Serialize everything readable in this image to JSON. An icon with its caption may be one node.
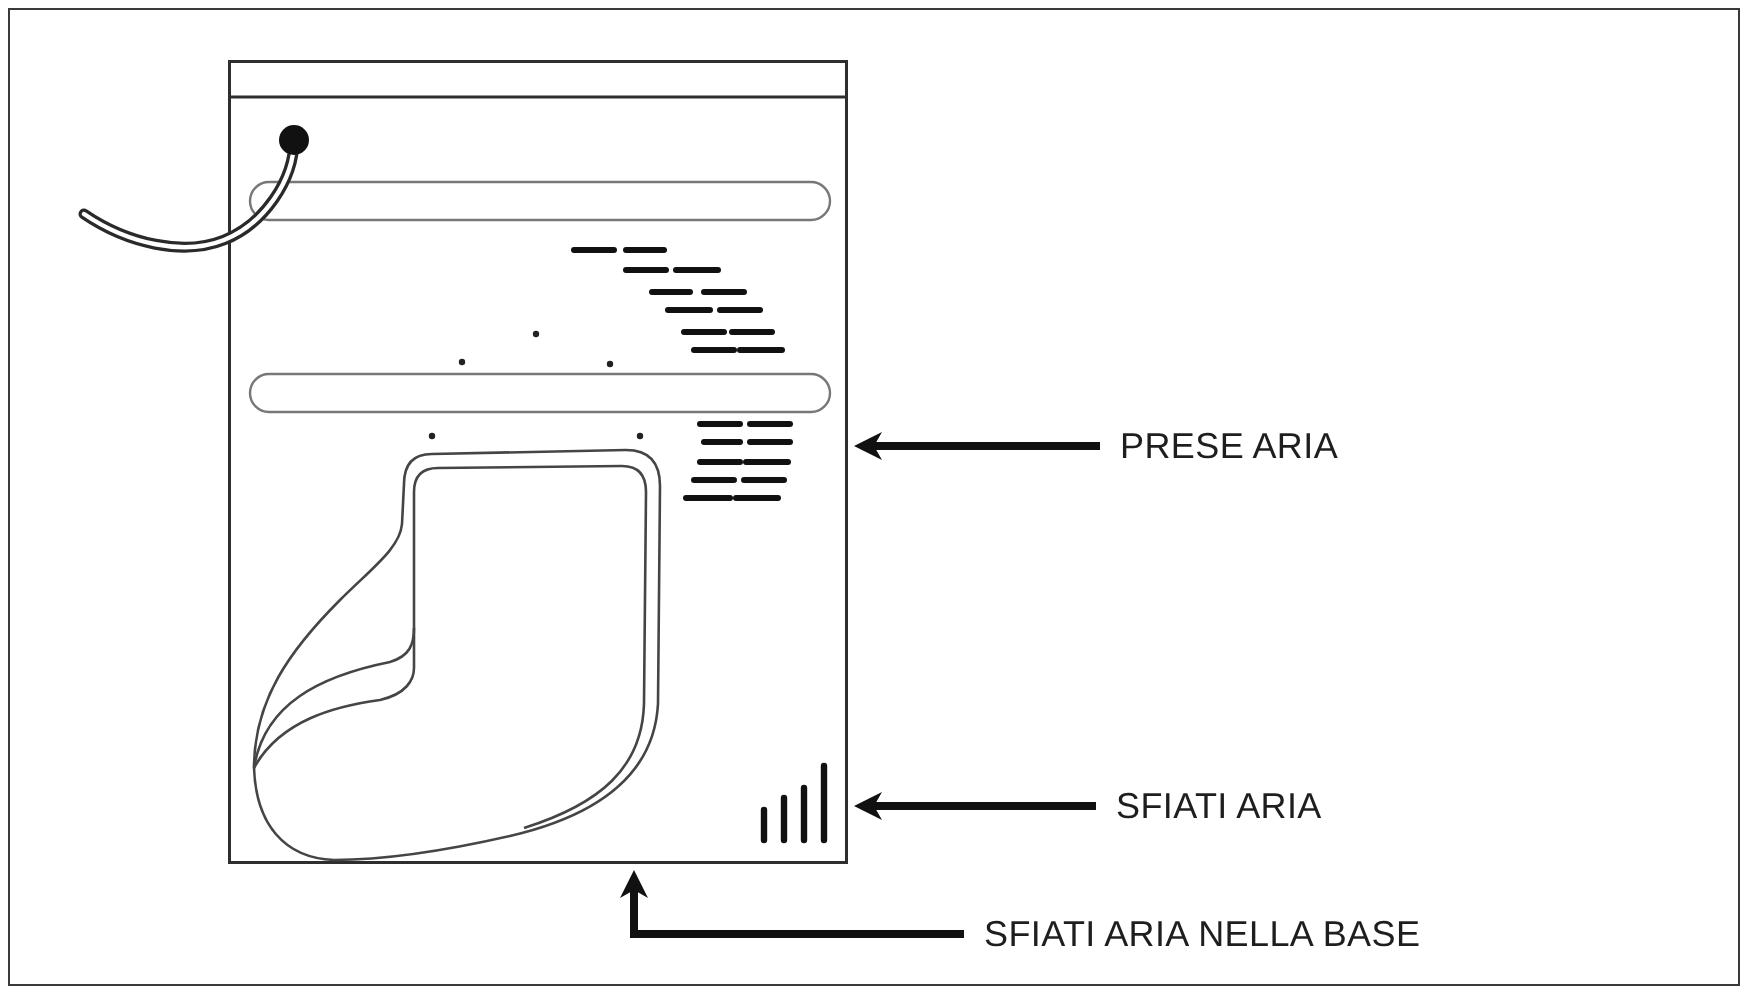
{
  "diagram": {
    "nodes": [
      {
        "text": [],
        "shape": "picture"
      },
      {
        "text": [
          "PRESE ARIA"
        ]
      },
      {
        "text": [
          "SFIATI ARIA"
        ]
      },
      {
        "text": [
          "SFIATI ARIA NELLA BASE"
        ]
      }
    ],
    "edges": [
      {
        "from": 1,
        "to": 0,
        "arrow": "to"
      },
      {
        "from": 2,
        "to": 0,
        "arrow": "to"
      },
      {
        "from": 3,
        "to": 0,
        "arrow": "to"
      }
    ]
  }
}
